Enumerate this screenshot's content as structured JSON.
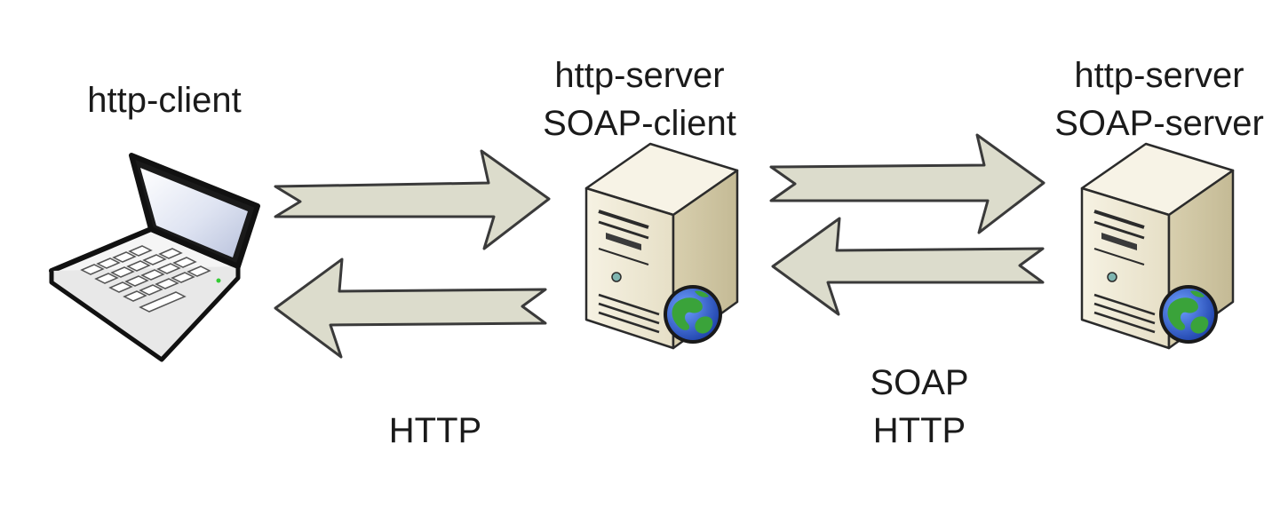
{
  "nodes": {
    "client": {
      "label": "http-client",
      "icon": "laptop-icon"
    },
    "middle": {
      "label_line1": "http-server",
      "label_line2": "SOAP-client",
      "icon": "server-globe-icon"
    },
    "right": {
      "label_line1": "http-server",
      "label_line2": "SOAP-server",
      "icon": "server-globe-icon"
    }
  },
  "links": {
    "http": {
      "label": "HTTP"
    },
    "soap": {
      "label_line1": "SOAP",
      "label_line2": "HTTP"
    }
  },
  "colors": {
    "arrow_fill": "#dcdccc",
    "arrow_stroke": "#3a3a3a",
    "server_body": "#f1ecd9",
    "server_shade": "#cfc6a4",
    "globe_ocean": "#2a5fd6",
    "globe_land": "#3aa33a"
  }
}
